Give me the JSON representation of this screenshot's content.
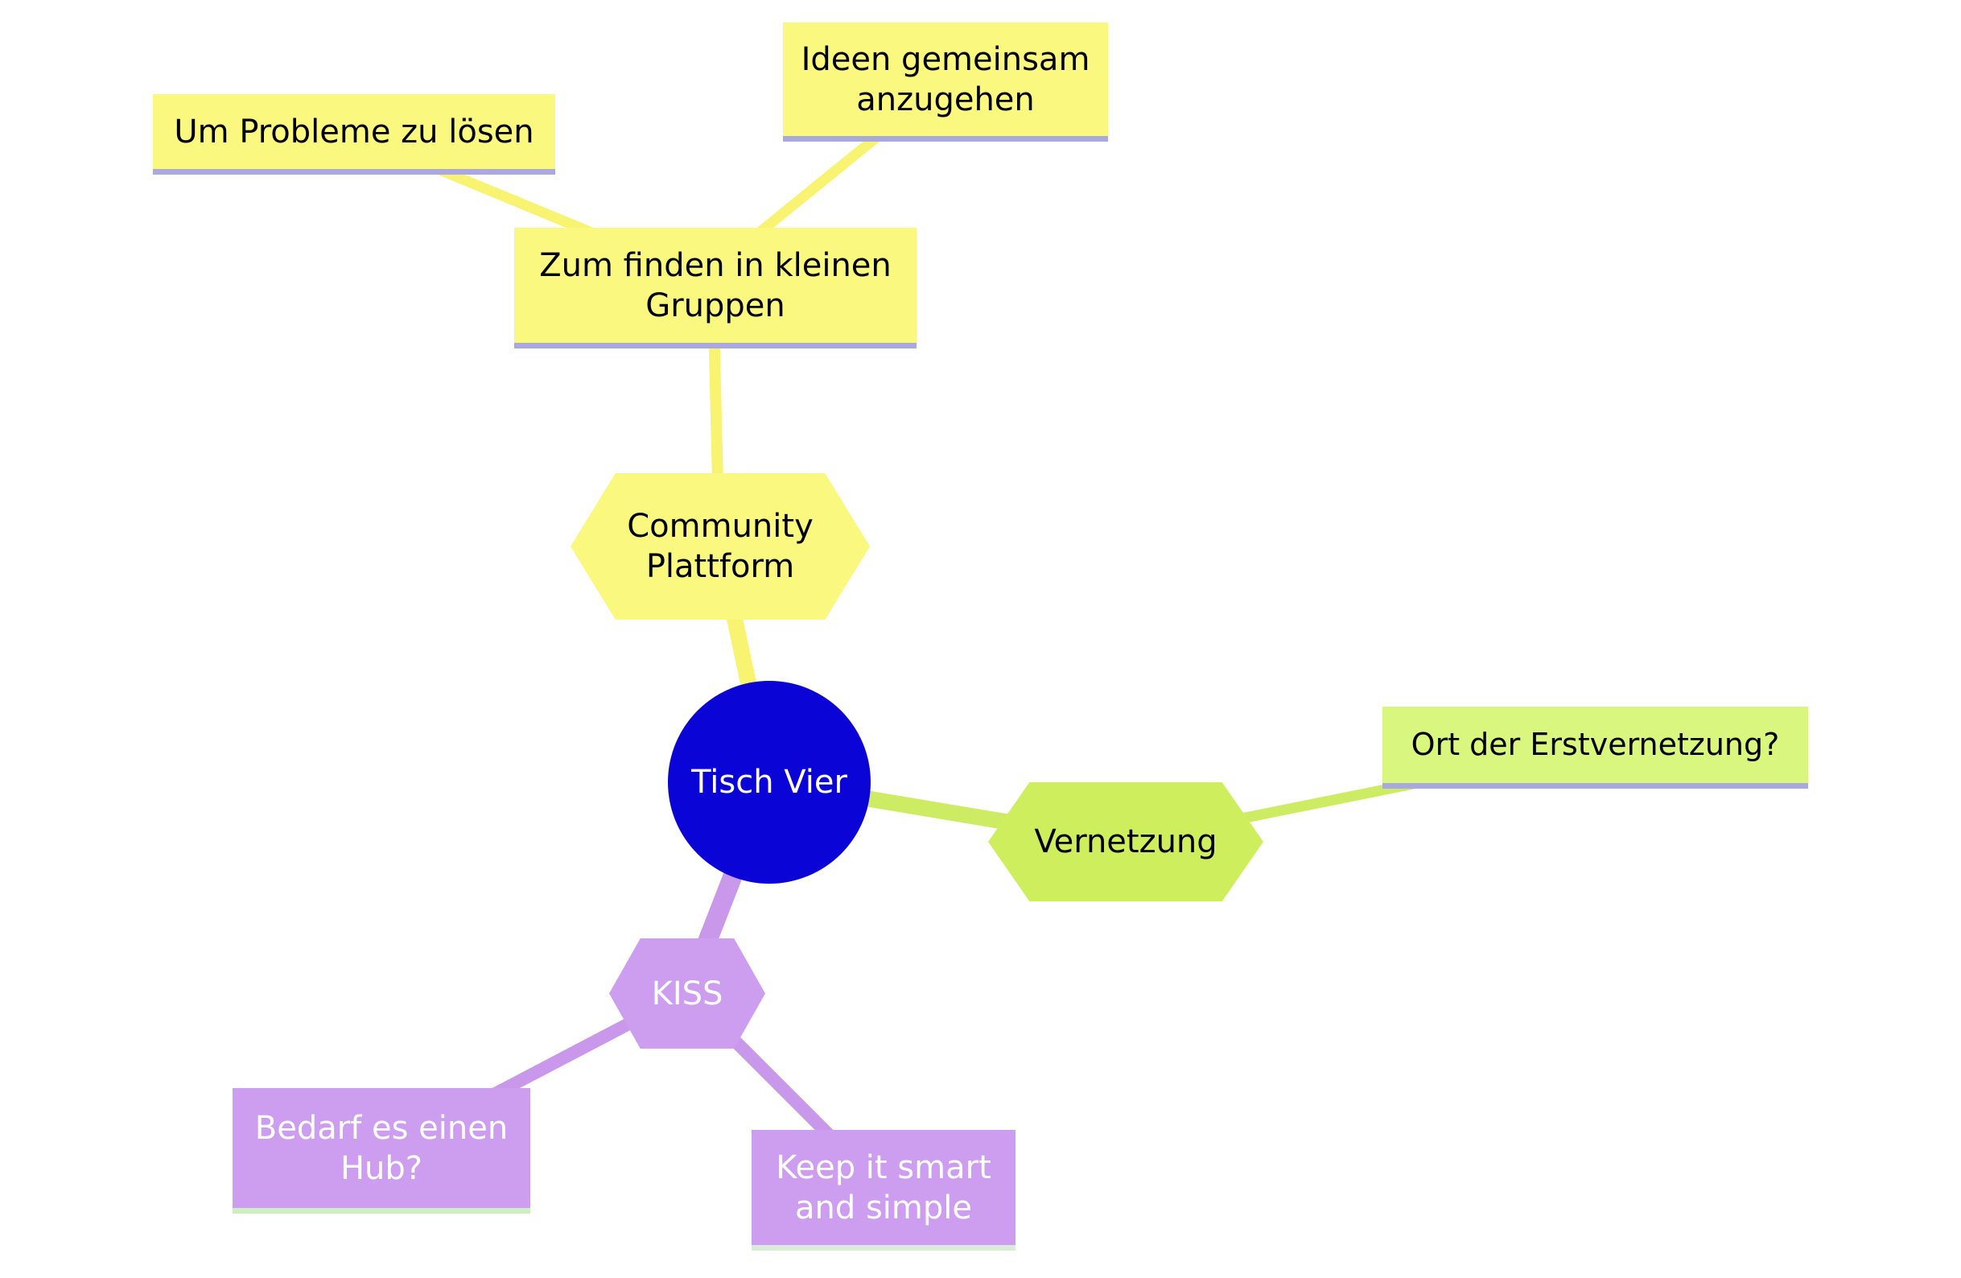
{
  "app": {
    "type": "mind-map-canvas",
    "background": "#ffffff"
  },
  "colors": {
    "yellow": "#faf87e",
    "yellow-line": "#f8f472",
    "green": "#cfee5d",
    "green-light": "#d9f67f",
    "green-line": "#cdec63",
    "purple": "#cd9df0",
    "purple-line": "#c998ea",
    "blue": "#0b04d6",
    "underline-lavender": "#a9a9e0",
    "underline-green": "#cdf0c0",
    "underline-pale": "#dceada",
    "text-dark": "#000000",
    "text-light": "#ffffff"
  },
  "nodes": {
    "tisch_vier": {
      "label": "Tisch Vier",
      "shape": "circle",
      "color": "#0b04d6"
    },
    "community": {
      "label": "Community Plattform",
      "shape": "hexagon",
      "color": "#faf87e"
    },
    "zum_finden": {
      "label": "Zum finden in kleinen Gruppen",
      "shape": "rectangle",
      "color": "#faf87e"
    },
    "um_probleme": {
      "label": "Um Probleme zu lösen",
      "shape": "rectangle",
      "color": "#faf87e"
    },
    "ideen": {
      "label": "Ideen gemeinsam anzugehen",
      "shape": "rectangle",
      "color": "#faf87e"
    },
    "vernetzung": {
      "label": "Vernetzung",
      "shape": "hexagon",
      "color": "#cfee5d"
    },
    "ort": {
      "label": "Ort der Erstvernetzung?",
      "shape": "rectangle",
      "color": "#d9f67f"
    },
    "kiss": {
      "label": "KISS",
      "shape": "hexagon",
      "color": "#cd9df0"
    },
    "bedarf": {
      "label": "Bedarf es einen Hub?",
      "shape": "rectangle",
      "color": "#cd9df0"
    },
    "keep": {
      "label": "Keep it smart and simple",
      "shape": "rectangle",
      "color": "#cd9df0"
    }
  },
  "edges": {
    "tisch_community": {
      "from": "tisch_vier",
      "to": "community",
      "color": "#f8f472"
    },
    "community_zumfinden": {
      "from": "community",
      "to": "zum_finden",
      "color": "#f8f472"
    },
    "zumfinden_umprobleme": {
      "from": "zum_finden",
      "to": "um_probleme",
      "color": "#f8f472"
    },
    "zumfinden_ideen": {
      "from": "zum_finden",
      "to": "ideen",
      "color": "#f8f472"
    },
    "tisch_vernetzung": {
      "from": "tisch_vier",
      "to": "vernetzung",
      "color": "#cdec63"
    },
    "vernetzung_ort": {
      "from": "vernetzung",
      "to": "ort",
      "color": "#cdec63"
    },
    "tisch_kiss": {
      "from": "tisch_vier",
      "to": "kiss",
      "color": "#c998ea"
    },
    "kiss_bedarf": {
      "from": "kiss",
      "to": "bedarf",
      "color": "#c998ea"
    },
    "kiss_keep": {
      "from": "kiss",
      "to": "keep",
      "color": "#c998ea"
    }
  }
}
